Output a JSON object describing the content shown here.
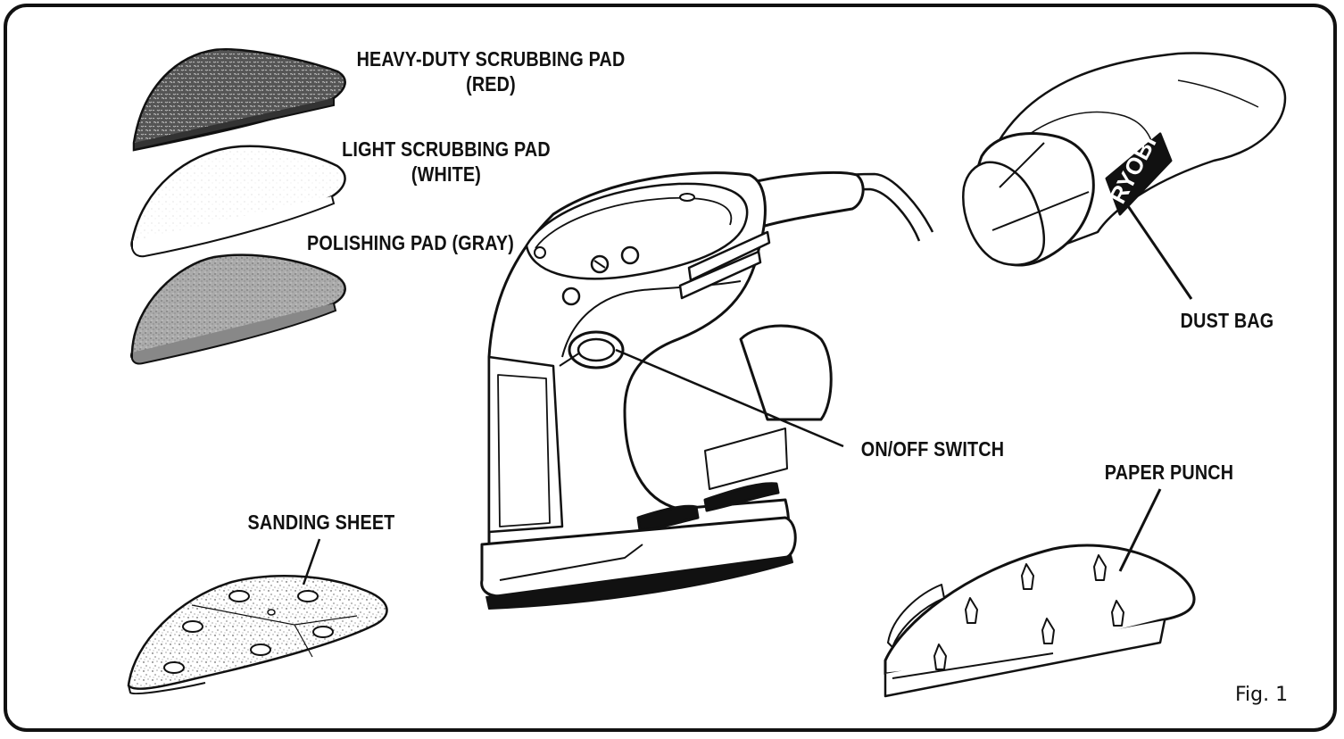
{
  "labels": {
    "heavy_pad": "HEAVY-DUTY SCRUBBING PAD",
    "heavy_pad_color": "(RED)",
    "light_pad": "LIGHT SCRUBBING PAD",
    "light_pad_color": "(WHITE)",
    "polishing_pad": "POLISHING PAD (GRAY)",
    "dust_bag": "DUST BAG",
    "switch": "ON/OFF SWITCH",
    "paper_punch": "PAPER PUNCH",
    "sanding_sheet": "SANDING SHEET",
    "brand": "RYOBI"
  },
  "figure_label": "Fig. 1",
  "colors": {
    "ink": "#111111",
    "heavy_pad_fill": "#4a4a4a",
    "polishing_pad_fill": "#a9a9a9",
    "light_pad_fill": "#ffffff"
  }
}
